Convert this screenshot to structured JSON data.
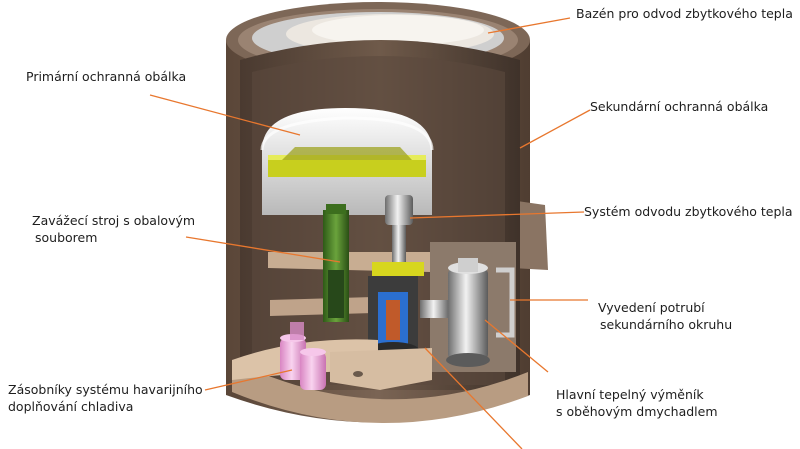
{
  "labels": {
    "pool": "Bazén pro odvod zbytkového tepla",
    "primary_containment": "Primární ochranná obálka",
    "secondary_containment": "Sekundární ochranná obálka",
    "residual_heat_system": "Systém odvodu zbytkového tepla",
    "refueling_machine_line1": "Zavážecí stroj s obalovým",
    "refueling_machine_line2": "souborem",
    "secondary_pipe_line1": "Vyvedení potrubí",
    "secondary_pipe_line2": "sekundárního okruhu",
    "accumulators_line1": "Zásobníky systému havarijního",
    "accumulators_line2": "doplňování chladiva",
    "heat_exchanger_line1": "Hlavní tepelný výměník",
    "heat_exchanger_line2": "s oběhovým dmychadlem"
  },
  "colors": {
    "leader_line": "#e8772e",
    "concrete": "#6e5a4b",
    "concrete_light": "#d9c0a5",
    "dome": "#e6e6e6",
    "yellow_crane": "#c8cf1e",
    "green_machine": "#4f8a2a",
    "pink_tanks": "#e9a6d8",
    "reactor_blue": "#2b6fd0"
  }
}
